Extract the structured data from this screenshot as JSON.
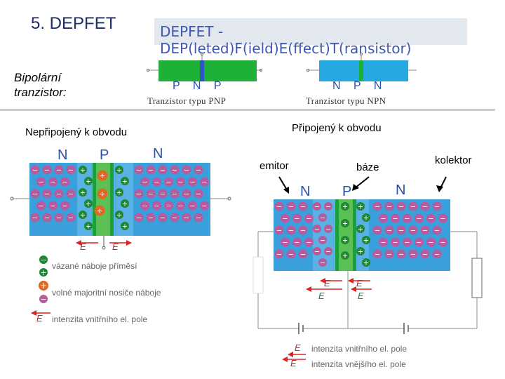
{
  "header": {
    "title": "5. DEPFET",
    "banner": "DEPFET - DEP(leted)F(ield)E(ffect)T(ransistor)",
    "bipolar_label": "Bipolární tranzistor:"
  },
  "transistors": {
    "pnp": {
      "regions": [
        "P",
        "N",
        "P"
      ],
      "caption": "Tranzistor typu PNP"
    },
    "npn": {
      "regions": [
        "N",
        "P",
        "N"
      ],
      "caption": "Tranzistor typu NPN"
    }
  },
  "left_panel": {
    "heading": "Nepřipojený k obvodu",
    "regions": [
      "N",
      "P",
      "N"
    ],
    "field_labels": [
      "E",
      "E"
    ],
    "legend": [
      {
        "icon": "bound-charge-icon",
        "text": "vázané náboje příměsí"
      },
      {
        "icon": "free-carrier-icon",
        "text": "volné majoritní nosiče náboje"
      },
      {
        "icon": "field-arrow-icon",
        "symbol": "E",
        "text": "intenzita vnitřního el. pole"
      }
    ]
  },
  "right_panel": {
    "heading": "Připojený k obvodu",
    "terminals": {
      "emitor": "emitor",
      "baze": "báze",
      "kolektor": "kolektor"
    },
    "regions": [
      "N",
      "P",
      "N"
    ],
    "field_labels": [
      "E",
      "E",
      "E",
      "E"
    ],
    "legend": [
      {
        "symbol": "E",
        "text": "intenzita vnitřního el. pole"
      },
      {
        "symbol": "E",
        "text": "intenzita vnějšího el. pole"
      }
    ]
  },
  "colors": {
    "n_region": "#3aa0dc",
    "p_region": "#1aa03a",
    "banner_text": "#3d57b5",
    "field_arrow": "#e02020",
    "electron": "#b85a9e"
  }
}
